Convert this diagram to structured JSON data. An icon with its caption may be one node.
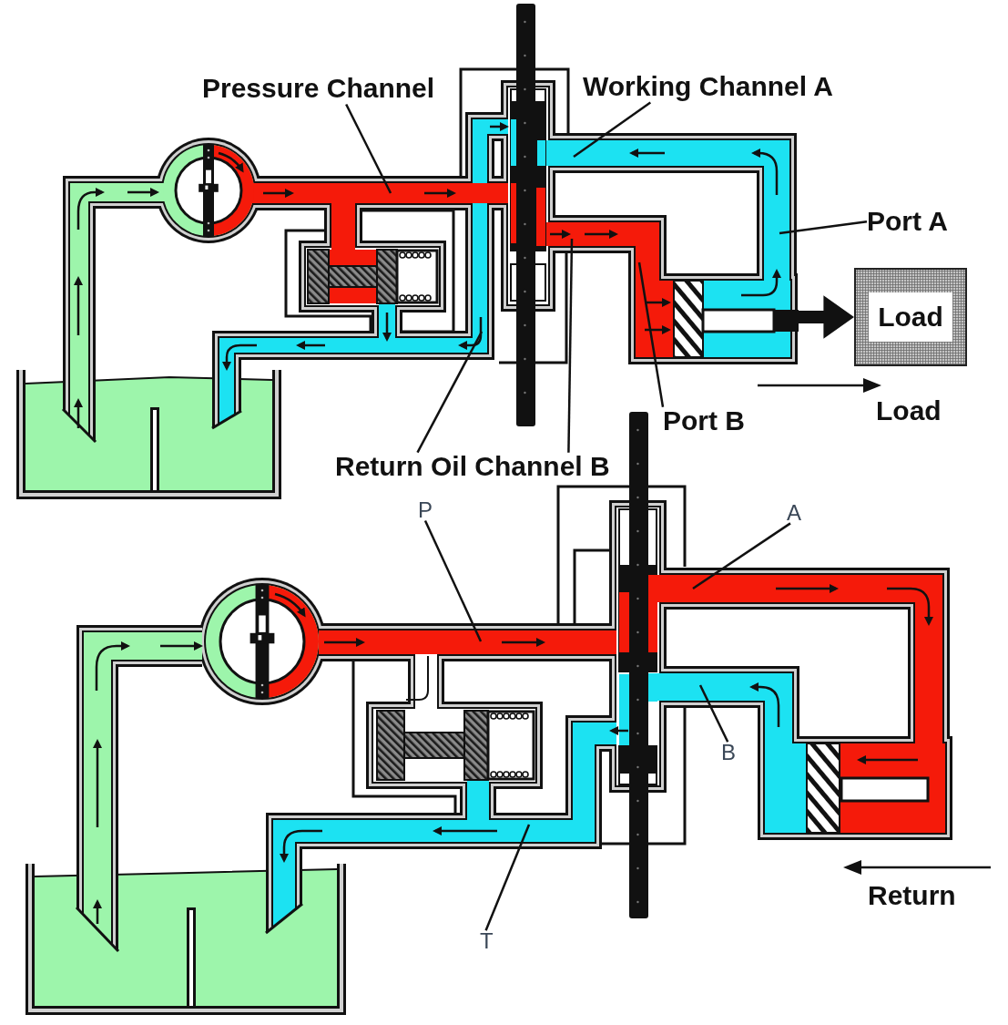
{
  "diagram": {
    "nodes": [
      {
        "text": [
          "Pressure Channel"
        ]
      },
      {
        "text": [
          "Working Channel A"
        ]
      },
      {
        "text": [
          "Port A"
        ]
      },
      {
        "text": [
          "Load"
        ]
      },
      {
        "text": [
          "Port B"
        ]
      },
      {
        "text": [
          "Return Oil Channel B"
        ]
      },
      {
        "text": [
          "P"
        ]
      },
      {
        "text": [
          "A"
        ]
      },
      {
        "text": [
          "B"
        ]
      },
      {
        "text": [
          "T"
        ]
      }
    ],
    "edges": [
      {
        "from": 0,
        "to": null,
        "arrow": "none"
      },
      {
        "from": 1,
        "to": null,
        "arrow": "none"
      },
      {
        "from": 2,
        "to": null,
        "arrow": "none"
      },
      {
        "from": null,
        "to": 3,
        "arrow": "to",
        "style": "thick"
      },
      {
        "from": 4,
        "to": null,
        "arrow": "none"
      },
      {
        "from": 5,
        "to": null,
        "arrow": "none"
      },
      {
        "from": 5,
        "to": null,
        "arrow": "none"
      },
      {
        "from": 6,
        "to": null,
        "arrow": "none"
      },
      {
        "from": 7,
        "to": null,
        "arrow": "none"
      },
      {
        "from": 8,
        "to": null,
        "arrow": "none"
      },
      {
        "from": 9,
        "to": null,
        "arrow": "none"
      }
    ],
    "labels": [
      "Load",
      "Return"
    ]
  }
}
